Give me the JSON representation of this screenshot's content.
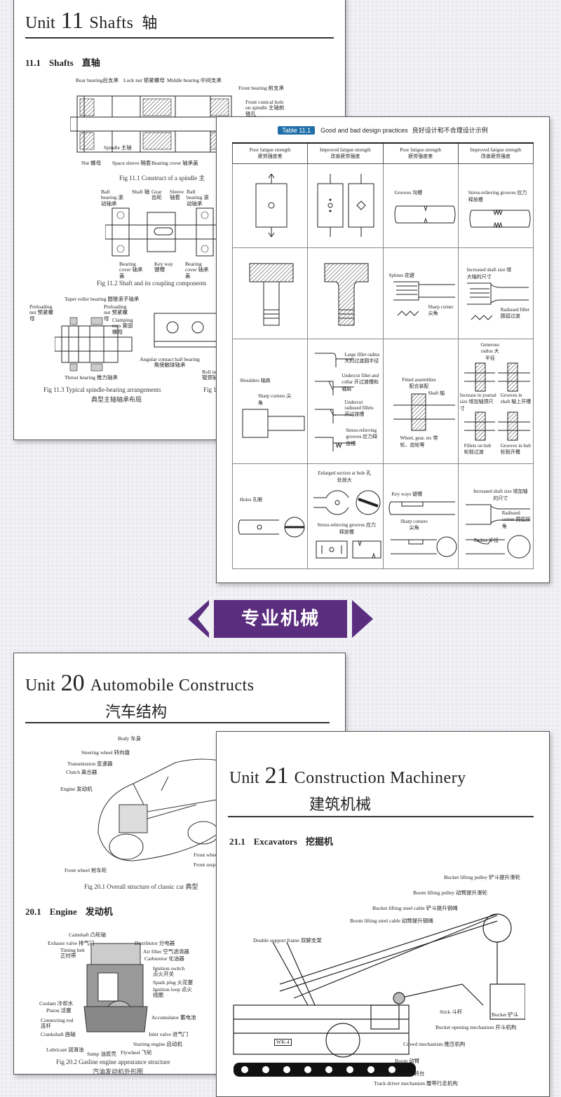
{
  "unit11": {
    "unit_word": "Unit",
    "number": "11",
    "title": "Shafts",
    "title_zh": "轴",
    "section": {
      "number": "11.1",
      "title": "Shafts",
      "title_zh": "直轴"
    },
    "fig1": {
      "labels": [
        "Rear bearing后支承",
        "Lock nut 锁紧螺母",
        "Middle bearing 中间支承",
        "Front bearing 前支承",
        "Front conical hole on spindle 主轴前锥孔",
        "Spindle 主轴",
        "Nut 螺母",
        "Space sleeve 隔套",
        "Bearing cover 轴承盖"
      ],
      "caption": "Fig 11.1    Construct of a spindle    主"
    },
    "fig2": {
      "labels": [
        "Ball bearing 滚动轴承",
        "Shaft 轴",
        "Gear 齿轮",
        "Sleeve 轴套",
        "Ball bearing 滚动轴承",
        "Bearing cover 轴承盖",
        "Key way 键槽",
        "Bearing cover 轴承盖"
      ],
      "caption": "Fig 11.2    Shaft and its coupling components"
    },
    "fig3": {
      "labels": [
        "Taper roller bearing 圆锥滚子轴承",
        "Preloading nut 预紧螺母",
        "Preloading nut 预紧螺母",
        "Clamping nuts 紧固螺母",
        "Angular contact ball bearing 角接触球轴承",
        "Thrust bearing 推力轴承",
        "Roll neck 辊颈轴承"
      ],
      "caption": "Fig 11.3    Typical spindle-bearing arrangements",
      "caption_zh": "典型主轴轴承布局",
      "caption_cut": "Fig 1"
    }
  },
  "table11": {
    "tag": "Table 11.1",
    "title": "Good and bad design practices",
    "title_zh": "良好设计和不合理设计示例",
    "headers": [
      "Poor fatigue strength\n疲劳强度差",
      "Improved fatigue strength\n改善疲劳强度",
      "Poor fatigue strength\n疲劳强度差",
      "Improved fatigue strength\n改善疲劳强度"
    ],
    "labels": {
      "grooves": "Grooves 沟槽",
      "stress_relieving": "Stress-relieving grooves 应力释放槽",
      "splines": "Splines 花键",
      "sharp_corner": "Sharp corner 尖角",
      "increased_shaft": "Increased shaft size 增大轴的尺寸",
      "radiused_fillet": "Radiused fillet 圆弧过渡",
      "large_fillet": "Large fillet radius 大的过渡圆半径",
      "undercut": "Undercut fillet and collar 开过渡槽和轴肩",
      "undercut_radiused": "Undercut radiused fillets 开过渡槽",
      "stress_grooves": "Stress-relieving grooves 应力释放槽",
      "shoulders": "Shoulders 轴肩",
      "sharp_corners": "Sharp corners 尖角",
      "fitted": "Fitted assemblies 配合装配",
      "shaft": "Shaft 轴",
      "wheel": "Wheel, gear, etc 带轮、齿轮等",
      "generous": "Generous radius 大半径",
      "increase_journal": "Increase in journal size 增加轴颈尺寸",
      "grooves_shaft": "Grooves in shaft 轴上开槽",
      "fillets_hub": "Fillets on hub 轮毂过渡",
      "grooves_hub": "Grooves in hub 轮毂开槽",
      "holes": "Holes 孔眼",
      "enlarged": "Enlarged section at hole 孔处放大",
      "keyways": "Key ways 键槽",
      "increased_shaft2": "Increased shaft size 增加轴的尺寸",
      "radiused_corner": "Radiused corner 圆弧拐角",
      "radius": "Radius 半径"
    }
  },
  "banner": {
    "text": "专业机械"
  },
  "unit20": {
    "unit_word": "Unit",
    "number": "20",
    "title": "Automobile Constructs",
    "title_zh": "汽车结构",
    "fig1": {
      "labels": [
        "Body 车身",
        "Steering wheel 转向盘",
        "Transmission 变速器",
        "Clutch 离合器",
        "Engine 发动机",
        "Front wheel 前车轮",
        "Front wheel",
        "Front suspension"
      ],
      "caption": "Fig 20.1    Overall structure of classic car    典型"
    },
    "section": {
      "number": "20.1",
      "title": "Engine",
      "title_zh": "发动机"
    },
    "fig2": {
      "labels": [
        "Camshaft 凸轮轴",
        "Exhaust valve 排气门",
        "Timing belt 正时带",
        "Distributor 分电器",
        "Air filter 空气滤清器",
        "Carburetor 化油器",
        "Ignition switch 点火开关",
        "Spark plug 火花塞",
        "Ignition loop 点火线圈",
        "Coolant 冷却水",
        "Piston 活塞",
        "Connecting rod 连杆",
        "Crankshaft 曲轴",
        "Accumulator 蓄电池",
        "Lubricant 润滑油",
        "Inlet valve 进气门",
        "Starting engine 启动机",
        "Sump 油底壳",
        "Flywheel 飞轮"
      ],
      "caption": "Fig 20.2    Gasline engine appearance structure",
      "caption_zh": "汽油发动机外形图"
    }
  },
  "unit21": {
    "unit_word": "Unit",
    "number": "21",
    "title": "Construction Machinery",
    "title_zh": "建筑机械",
    "section": {
      "number": "21.1",
      "title": "Excavators",
      "title_zh": "挖掘机"
    },
    "fig_labels": [
      "Bucket lifting pulley 铲斗提升滑轮",
      "Boom lifting pulley 动臂提升滑轮",
      "Bucket lifting steel cable 铲斗提升钢绳",
      "Boom lifting steel cable 动臂提升钢绳",
      "Double support frame 双脚支架",
      "Stick 斗杆",
      "Bucket 铲斗",
      "Bucket opening mechanism 开斗机构",
      "Crowd mechanism 推压机构",
      "Boom 动臂",
      "Rotating platform 转台",
      "Track driver mechanism 履带行走机构"
    ],
    "machine_tag": "WK-4"
  }
}
